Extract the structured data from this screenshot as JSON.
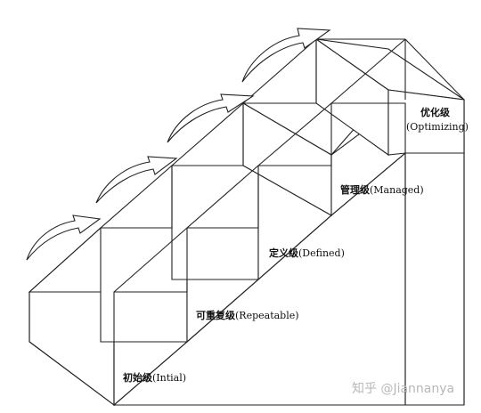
{
  "levels": [
    {
      "cn": "初始级",
      "en": "(Intial)"
    },
    {
      "cn": "可重复级",
      "en": "(Repeatable)"
    },
    {
      "cn": "定义级",
      "en": "(Defined)"
    },
    {
      "cn": "管理级",
      "en": "(Managed)"
    },
    {
      "cn": "优化级",
      "en": "(Optimizing)"
    }
  ],
  "watermark": "知乎 @Jiannanya",
  "arrow_count": 4
}
